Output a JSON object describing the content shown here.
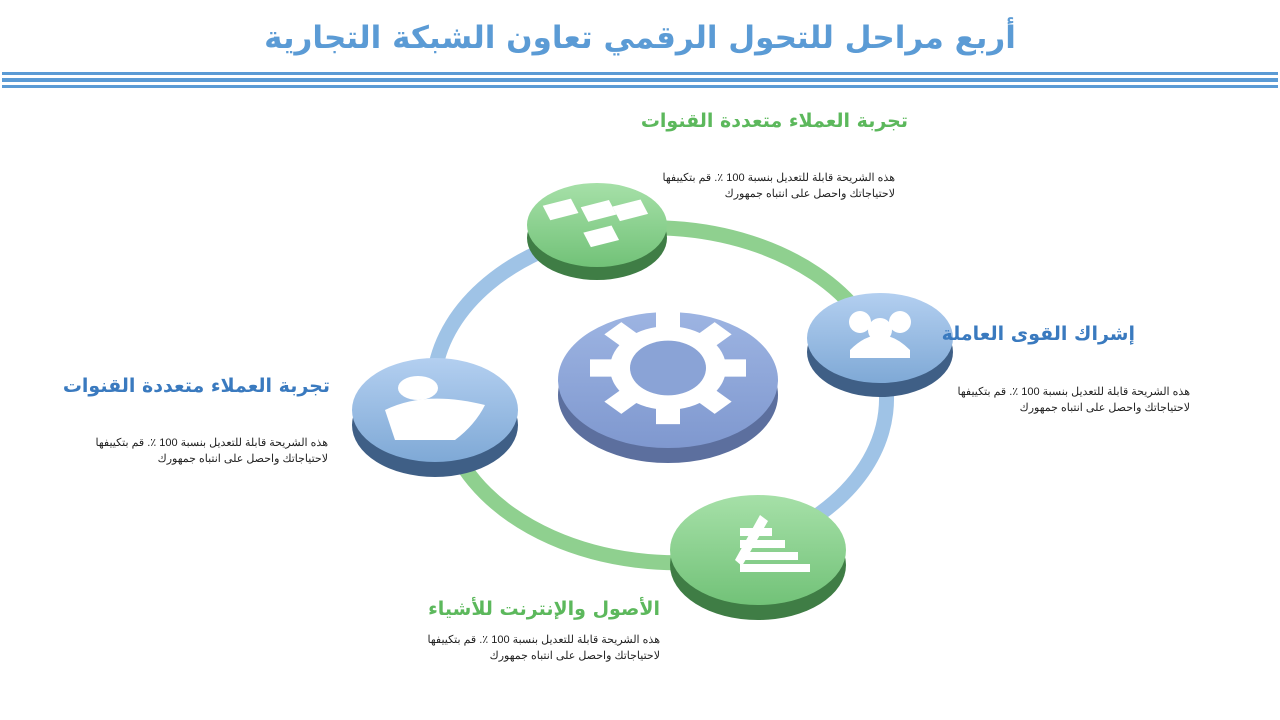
{
  "title": "أربع مراحل للتحول الرقمي تعاون الشبكة التجارية",
  "colors": {
    "blue": "#5b9bd5",
    "green": "#6cc470",
    "node_blue": "#8fb7e0",
    "node_green": "#86cf8b",
    "center": "#8aa3d6"
  },
  "stages": [
    {
      "heading": "تجربة العملاء متعددة القنوات",
      "text": "هذه الشريحة قابلة للتعديل بنسبة 100 ٪. قم بتكييفها لاحتياجاتك واحصل على انتباه جمهورك",
      "icon": "flowchart-icon"
    },
    {
      "heading": "إشراك القوى العاملة",
      "text": "هذه الشريحة قابلة للتعديل بنسبة 100 ٪. قم بتكييفها لاحتياجاتك واحصل على انتباه جمهورك",
      "icon": "team-icon"
    },
    {
      "heading": "الأصول والإنترنت للأشياء",
      "text": "هذه الشريحة قابلة للتعديل بنسبة 100 ٪. قم بتكييفها لاحتياجاتك واحصل على انتباه جمهورك",
      "icon": "growth-chart-icon"
    },
    {
      "heading": "تجربة العملاء متعددة القنوات",
      "text": "هذه الشريحة قابلة للتعديل بنسبة 100 ٪. قم بتكييفها لاحتياجاتك واحصل على انتباه جمهورك",
      "icon": "businessman-icon"
    }
  ]
}
